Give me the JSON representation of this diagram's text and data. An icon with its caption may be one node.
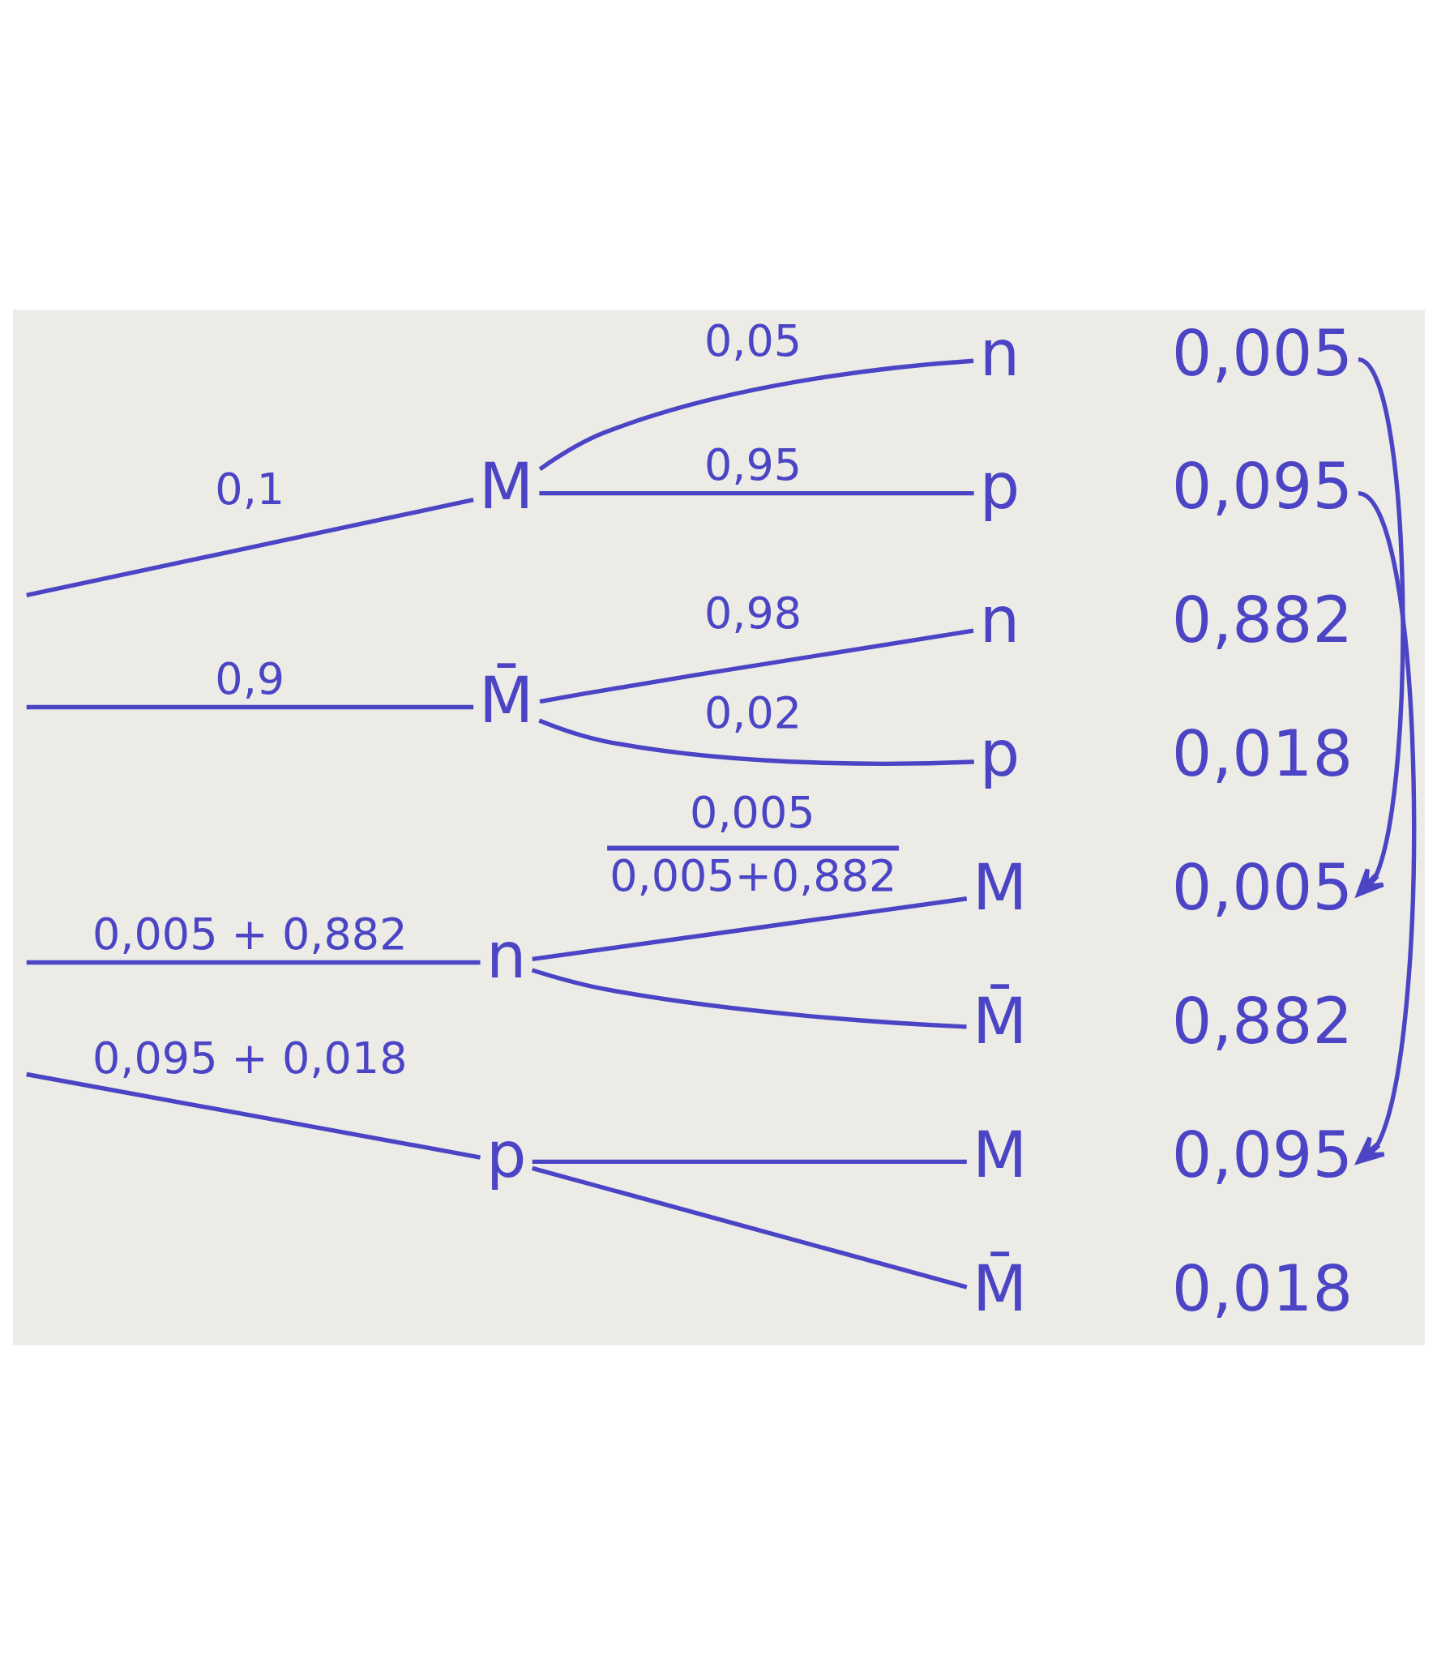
{
  "diagram": {
    "nodes": [
      {
        "text": [
          "M"
        ]
      },
      {
        "text": [
          "n"
        ]
      },
      {
        "text": [
          "p"
        ]
      },
      {
        "text": [
          "M̄"
        ]
      },
      {
        "text": [
          "n"
        ]
      },
      {
        "text": [
          "p"
        ]
      },
      {
        "text": [
          "n"
        ]
      },
      {
        "text": [
          "M"
        ]
      },
      {
        "text": [
          "M̄"
        ]
      },
      {
        "text": [
          "p"
        ]
      },
      {
        "text": [
          "M"
        ]
      },
      {
        "text": [
          "M̄"
        ]
      },
      {
        "text": [
          "0,005"
        ]
      },
      {
        "text": [
          "0,095"
        ]
      },
      {
        "text": [
          "0,005"
        ]
      },
      {
        "text": [
          "0,095"
        ]
      }
    ],
    "edges": [
      {
        "from": null,
        "to": 0,
        "arrow": "none",
        "label": "0,1"
      },
      {
        "from": null,
        "to": 3,
        "arrow": "none",
        "label": "0,9"
      },
      {
        "from": 0,
        "to": 1,
        "arrow": "none",
        "label": "0,05"
      },
      {
        "from": 0,
        "to": 2,
        "arrow": "none",
        "label": "0,95"
      },
      {
        "from": 3,
        "to": 4,
        "arrow": "none",
        "label": "0,98"
      },
      {
        "from": 3,
        "to": 5,
        "arrow": "none",
        "label": "0,02"
      },
      {
        "from": null,
        "to": 6,
        "arrow": "none",
        "label": "0,005 + 0,882"
      },
      {
        "from": null,
        "to": 9,
        "arrow": "none",
        "label": "0,095 + 0,018"
      },
      {
        "from": 6,
        "to": 7,
        "arrow": "none",
        "label": "0,005 0,005+0,882"
      },
      {
        "from": 6,
        "to": 8,
        "arrow": "none"
      },
      {
        "from": 9,
        "to": 10,
        "arrow": "none"
      },
      {
        "from": 9,
        "to": 11,
        "arrow": "none"
      },
      {
        "from": 12,
        "to": 14,
        "arrow": "to"
      },
      {
        "from": 13,
        "to": 15,
        "arrow": "to"
      }
    ],
    "labels": [
      "0,882",
      "0,018",
      "0,882",
      "0,018"
    ]
  }
}
